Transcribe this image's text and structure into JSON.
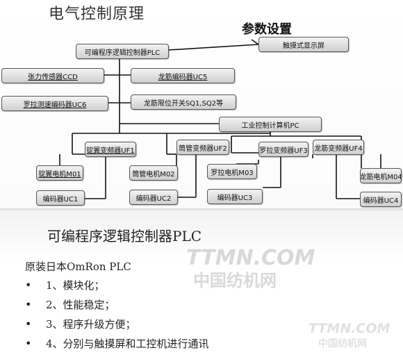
{
  "diagram": {
    "title": "电气控制原理",
    "params_label": "参数设置",
    "nodes": {
      "plc": "可编程序逻辑控制器PLC",
      "touch": "触摸式显示屏",
      "ccd": "张力传感器CCD",
      "uc5": "龙筋编码器UC5",
      "uc6": "罗拉测速编码器UC6",
      "sq": "龙筋限位开关SQ1,SQ2等",
      "pc": "工业控制计算机PC",
      "uf1": "锭翼变频器UF1",
      "uf2": "筒管变频器UF2",
      "uf3": "罗拉变频器UF3",
      "uf4": "龙筋变频器UF4",
      "m01": "锭翼电机M01",
      "m02": "筒管电机M02",
      "m03": "罗拉电机M03",
      "m04": "龙筋电机M04",
      "uc1": "编码器UC1",
      "uc2": "编码器UC2",
      "uc3": "编码器UC3",
      "uc4": "编码器UC4"
    }
  },
  "plc_section": {
    "title": "可编程序逻辑控制器PLC",
    "intro": "原装日本OmRon PLC",
    "bullet_symbol": "•",
    "items": [
      "1、模块化；",
      "2、性能稳定；",
      "3、程序升级方便；",
      "4、分别与触摸屏和工控机进行通讯"
    ]
  },
  "watermark": {
    "line1": "TTMN.COM",
    "line2": "中国纺机网"
  }
}
